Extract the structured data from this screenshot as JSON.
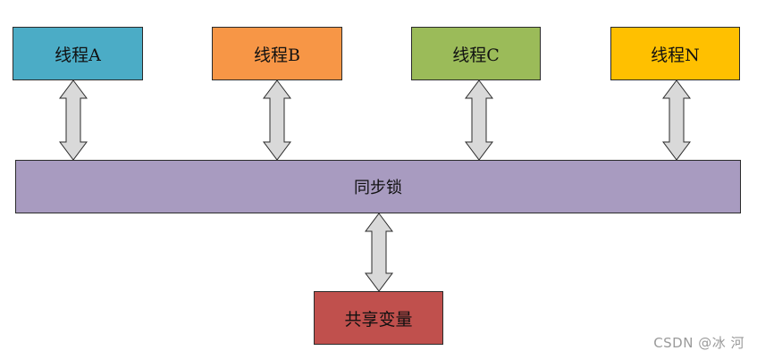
{
  "diagram": {
    "threads": [
      {
        "label": "线程A",
        "fill": "#4BACC6"
      },
      {
        "label": "线程B",
        "fill": "#F79646"
      },
      {
        "label": "线程C",
        "fill": "#9BBB59"
      },
      {
        "label": "线程N",
        "fill": "#FFC000"
      }
    ],
    "lock": {
      "label": "同步锁",
      "fill": "#A89BC0"
    },
    "shared": {
      "label": "共享变量",
      "fill": "#C0504D"
    },
    "arrow_fill": "#D9D9D9",
    "connections": [
      {
        "from": "线程A",
        "to": "同步锁",
        "direction": "both"
      },
      {
        "from": "线程B",
        "to": "同步锁",
        "direction": "both"
      },
      {
        "from": "线程C",
        "to": "同步锁",
        "direction": "both"
      },
      {
        "from": "线程N",
        "to": "同步锁",
        "direction": "both"
      },
      {
        "from": "同步锁",
        "to": "共享变量",
        "direction": "both"
      }
    ]
  },
  "watermark": "CSDN @冰 河"
}
